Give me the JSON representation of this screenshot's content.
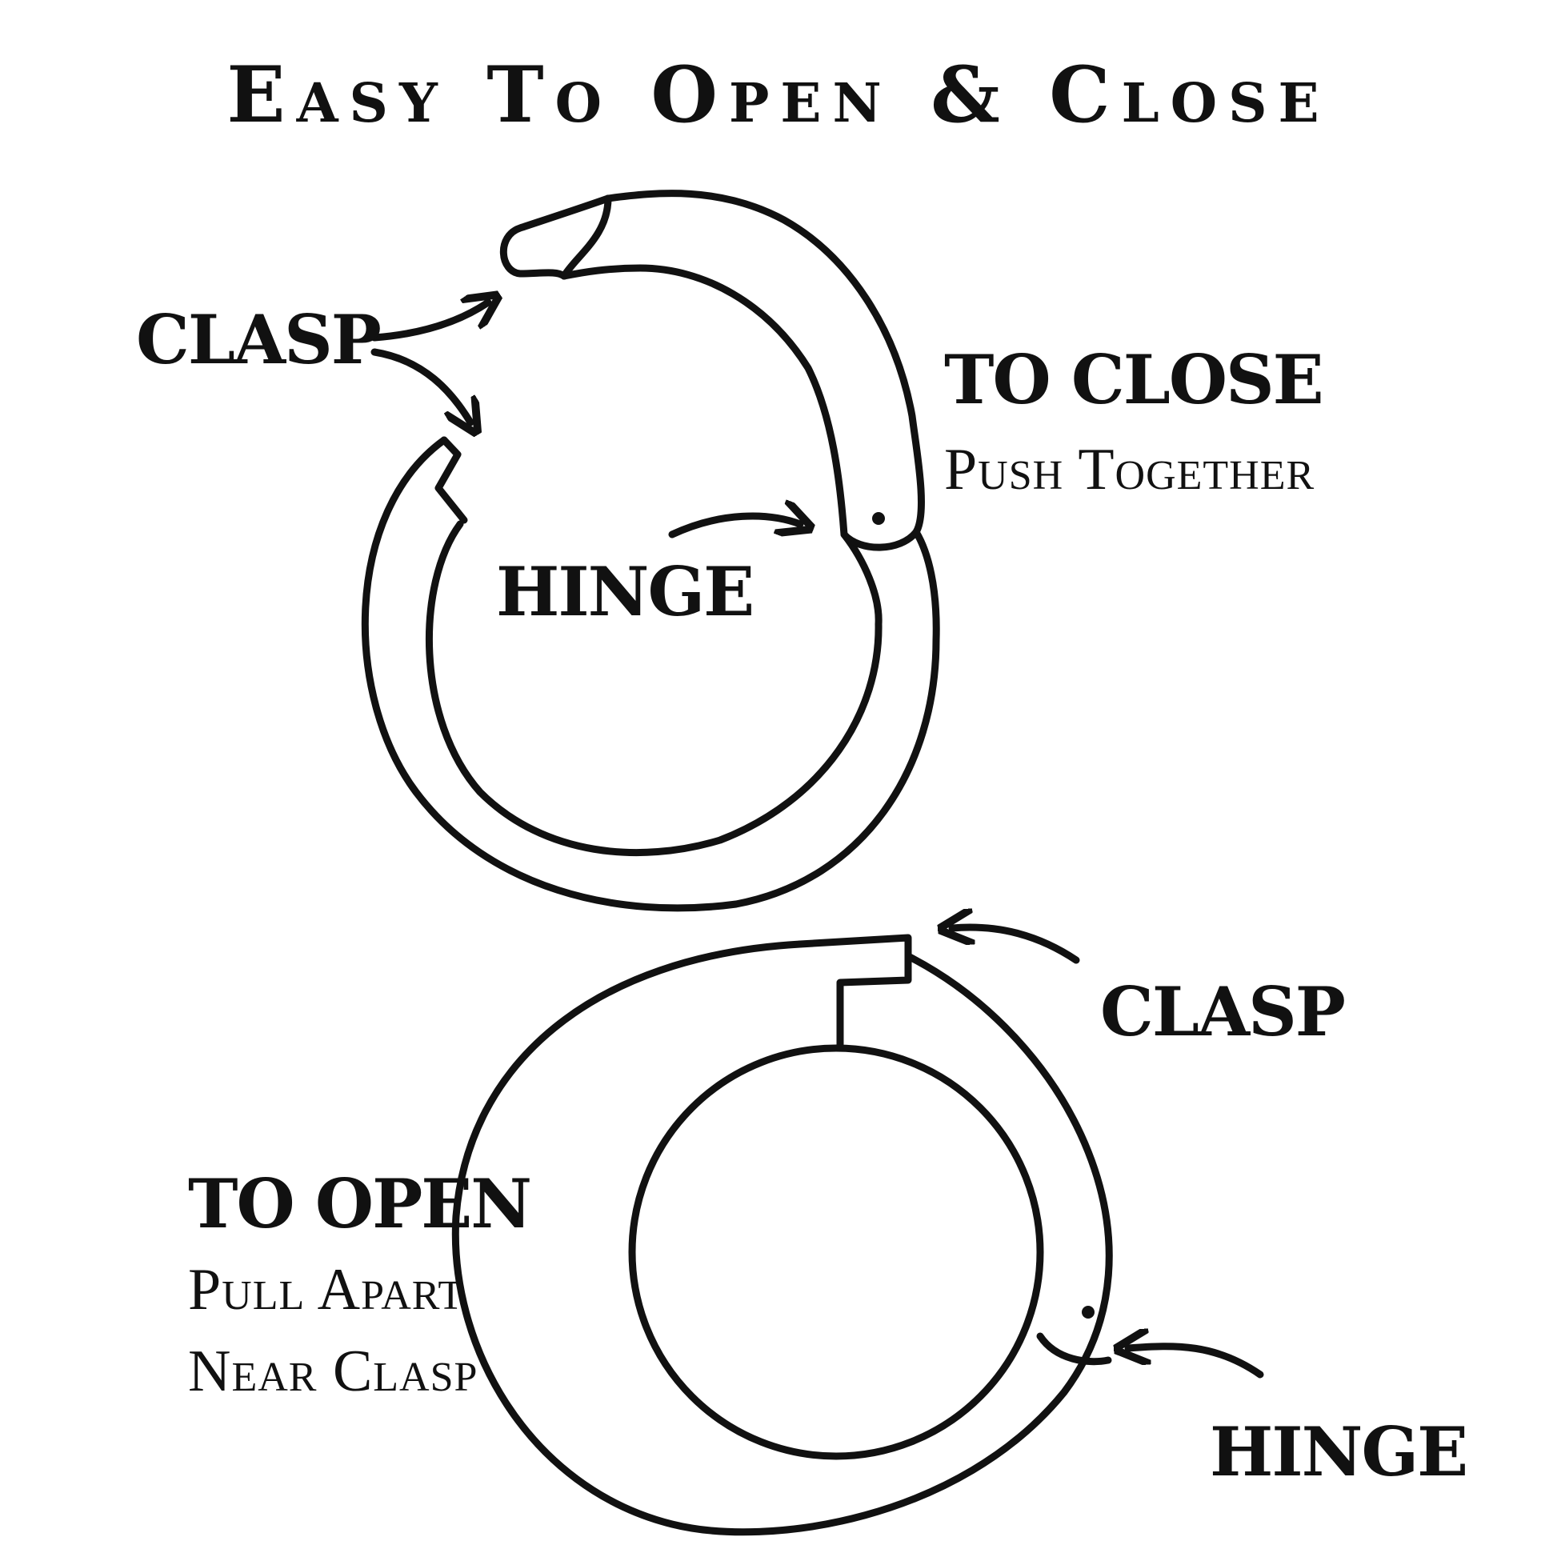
{
  "title": "Easy To Open & Close",
  "open_ring": {
    "clasp_label": "CLASP",
    "hinge_label": "HINGE",
    "instruction_heading": "TO CLOSE",
    "instruction_text": "Push Together"
  },
  "closed_ring": {
    "clasp_label": "CLASP",
    "hinge_label": "HINGE",
    "instruction_heading": "TO OPEN",
    "instruction_line1": "Pull Apart",
    "instruction_line2": "Near Clasp"
  },
  "colors": {
    "ink": "#111111",
    "background": "#ffffff"
  }
}
